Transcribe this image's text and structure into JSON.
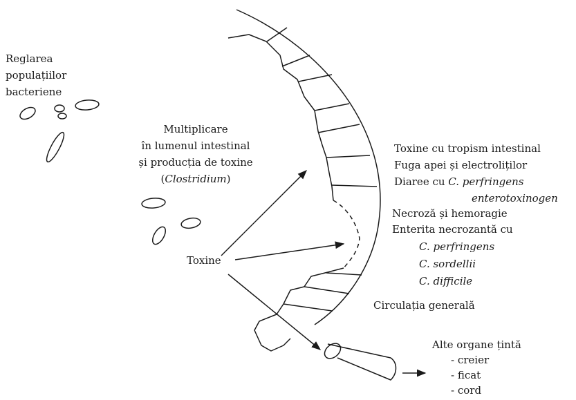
{
  "top_left": {
    "lines": [
      "Reglarea",
      "populațiilor",
      "bacteriene"
    ]
  },
  "multiplication": {
    "lines": [
      "Multiplicare",
      "în lumenul intestinal",
      "și producția de toxine"
    ],
    "genus": "Clostridium"
  },
  "toxins_label": "Toxine",
  "right_panel": {
    "line1": "Toxine cu tropism intestinal",
    "line2": "Fuga apei și electroliților",
    "line3_prefix": "Diaree cu ",
    "line3_species": "C. perfringens",
    "line4": "enterotoxinogen",
    "line5": "Necroză și hemoragie",
    "line6": "Enterita necrozantă cu",
    "species": [
      "C. perfringens",
      "C. sordellii",
      "C. difficile"
    ],
    "circulation": "Circulația generală"
  },
  "target_organs": {
    "title": "Alte organe țintă",
    "items": [
      "- creier",
      "- ficat",
      "- cord"
    ]
  }
}
